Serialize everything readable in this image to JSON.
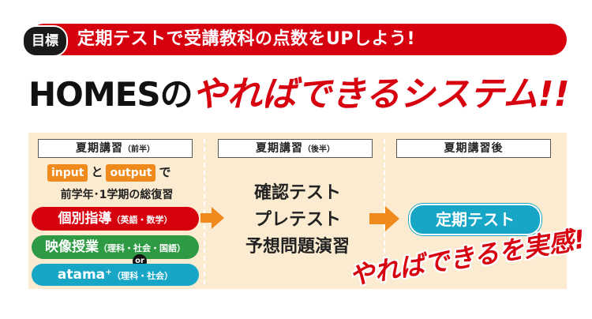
{
  "goal": {
    "badge": "目標",
    "text": "定期テストで受講教科の点数をUPしよう!"
  },
  "headline": {
    "brand": "HOMESの",
    "catch": "やればできるシステム!!"
  },
  "columns": [
    {
      "label": "夏期講習",
      "sub": "（前半）"
    },
    {
      "label": "夏期講習",
      "sub": "（後半）"
    },
    {
      "label": "夏期講習後",
      "sub": ""
    }
  ],
  "phase1": {
    "input_tag": "input",
    "join": "と",
    "output_tag": "output",
    "suffix": "で",
    "review": "前学年･1学期の総復習",
    "options": [
      {
        "name": "個別指導",
        "detail": "（英語・数学）",
        "color": "#d7000f"
      },
      {
        "name": "映像授業",
        "detail": "（理科・社会・国語）",
        "color": "#2e9b44"
      },
      {
        "name": "atama⁺",
        "detail": "（理科・社会）",
        "color": "#18a6c7"
      }
    ],
    "or_label": "or"
  },
  "phase2": {
    "items": [
      "確認テスト",
      "プレテスト",
      "予想問題演習"
    ]
  },
  "phase3": {
    "button": "定期テスト"
  },
  "stamp": "やればできるを実感!",
  "colors": {
    "red": "#d7000f",
    "orange": "#f08a1c",
    "green": "#2e9b44",
    "blue": "#18a6c7",
    "panel": "#fbecd1"
  }
}
